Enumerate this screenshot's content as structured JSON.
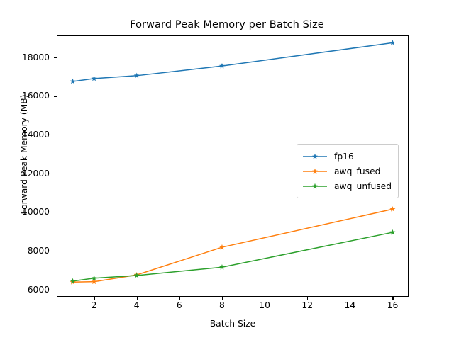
{
  "chart_data": {
    "type": "line",
    "title": "Forward Peak Memory per Batch Size",
    "xlabel": "Batch Size",
    "ylabel": "Forward Peak Memory (MB)",
    "x": [
      1,
      2,
      4,
      8,
      16
    ],
    "series": [
      {
        "name": "fp16",
        "color": "#1f77b4",
        "values": [
          16750,
          16900,
          17050,
          17550,
          18750
        ]
      },
      {
        "name": "awq_fused",
        "color": "#ff7f0e",
        "values": [
          6380,
          6400,
          6750,
          8180,
          10150
        ]
      },
      {
        "name": "awq_unfused",
        "color": "#2ca02c",
        "values": [
          6430,
          6580,
          6720,
          7150,
          8950
        ]
      }
    ],
    "xlim": [
      0.25,
      16.75
    ],
    "ylim": [
      5620,
      19130
    ],
    "xticks": [
      2,
      4,
      6,
      8,
      10,
      12,
      14,
      16
    ],
    "xtick_labels": [
      "2",
      "4",
      "6",
      "8",
      "10",
      "12",
      "14",
      "16"
    ],
    "yticks": [
      6000,
      8000,
      10000,
      12000,
      14000,
      16000,
      18000
    ],
    "ytick_labels": [
      "6000",
      "8000",
      "10000",
      "12000",
      "14000",
      "16000",
      "18000"
    ],
    "grid": false,
    "legend_position": "center right",
    "marker": "star",
    "linewidth": 1.5
  }
}
